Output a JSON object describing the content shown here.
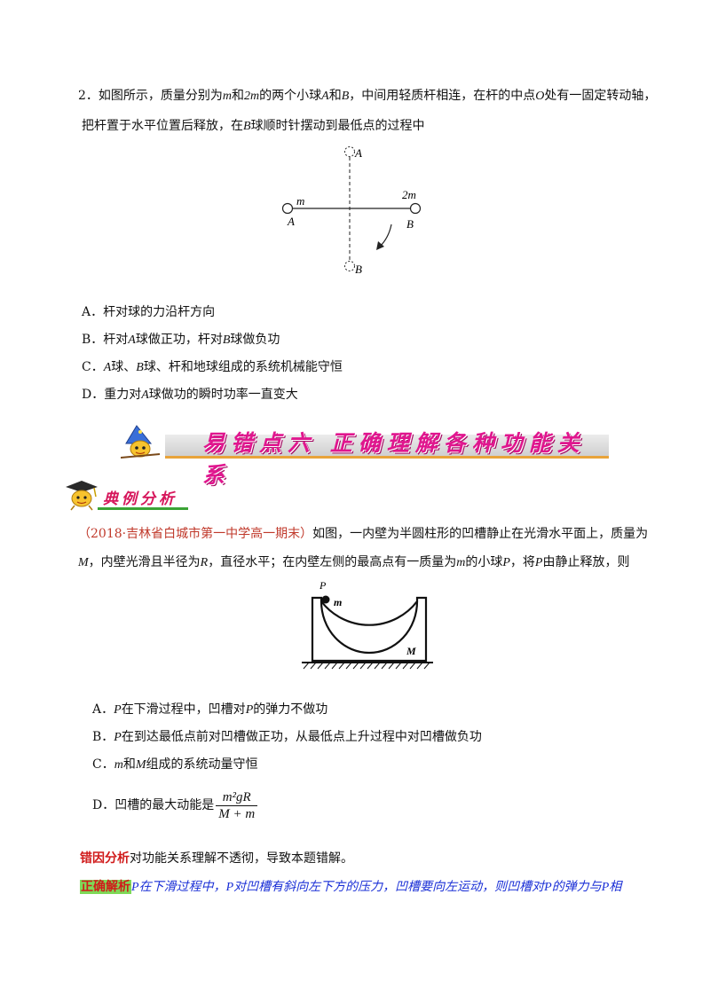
{
  "q2": {
    "num": "2．",
    "l1a": "如图所示，质量分别为",
    "v_m": "m",
    "l1b": "和",
    "v_2m": "2m",
    "l1c": "的两个小球",
    "v_A": "A",
    "l1d": "和",
    "v_B": "B",
    "l1e": "，中间用轻质杆相连，在杆的中点",
    "v_O": "O",
    "l1f": "处有一固定转动轴，",
    "l2a": "把杆置于水平位置后释放，在",
    "v_B2": "B",
    "l2b": "球顺时针摆动到最低点的过程中",
    "fig": {
      "A_top": "A",
      "m": "m",
      "A_left": "A",
      "twom": "2m",
      "B_right": "B",
      "B_bottom": "B"
    },
    "optA": "A．杆对球的力沿杆方向",
    "optB_a": "B．杆对",
    "optB_A": "A",
    "optB_b": "球做正功，杆对",
    "optB_B": "B",
    "optB_c": "球做负功",
    "optC_a": "C．",
    "optC_A": "A",
    "optC_b": "球、",
    "optC_B": "B",
    "optC_c": "球、杆和地球组成的系统机械能守恒",
    "optD_a": "D．重力对",
    "optD_A": "A",
    "optD_b": "球做功的瞬时功率一直变大"
  },
  "banner": {
    "text": "易错点六  正确理解各种功能关系"
  },
  "section": {
    "text": "典例分析"
  },
  "ex": {
    "source": "（2018·吉林省白城市第一中学高一期末）",
    "l1a": "如图，一内壁为半圆柱形的凹槽静止在光滑水平面上，质量为",
    "v_M": "M",
    "l2a": "，内壁光滑且半径为",
    "v_R": "R",
    "l2b": "，直径水平；在内壁左侧的最高点有一质量为",
    "v_m": "m",
    "l2c": "的小球",
    "v_P": "P",
    "l2d": "，将",
    "v_P2": "P",
    "l2e": "由静止释放，则",
    "fig": {
      "P": "P",
      "m": "m",
      "M": "M"
    },
    "optA_a": "A．",
    "optA_P": "P",
    "optA_b": "在下滑过程中，凹槽对",
    "optA_P2": "P",
    "optA_c": "的弹力不做功",
    "optB_a": "B．",
    "optB_P": "P",
    "optB_b": "在到达最低点前对凹槽做正功，从最低点上升过程中对凹槽做负功",
    "optC_a": "C．",
    "optC_m": "m",
    "optC_b": "和",
    "optC_M": "M",
    "optC_c": "组成的系统动量守恒",
    "optD_a": "D．凹槽的最大动能是",
    "optD_num": "m²gR",
    "optD_den": "M + m"
  },
  "analysis": {
    "err_tag": "错因分析",
    "err_text": "对功能关系理解不透彻，导致本题错解。",
    "right_tag": "正确解析",
    "r_P1": "P",
    "r_a": "在下滑过程中，",
    "r_P2": "P",
    "r_b": "对凹槽有斜向左下方的压力，凹槽要向左运动，则凹槽对",
    "r_P3": "P",
    "r_c": "的弹力与",
    "r_P4": "P",
    "r_d": "相"
  }
}
